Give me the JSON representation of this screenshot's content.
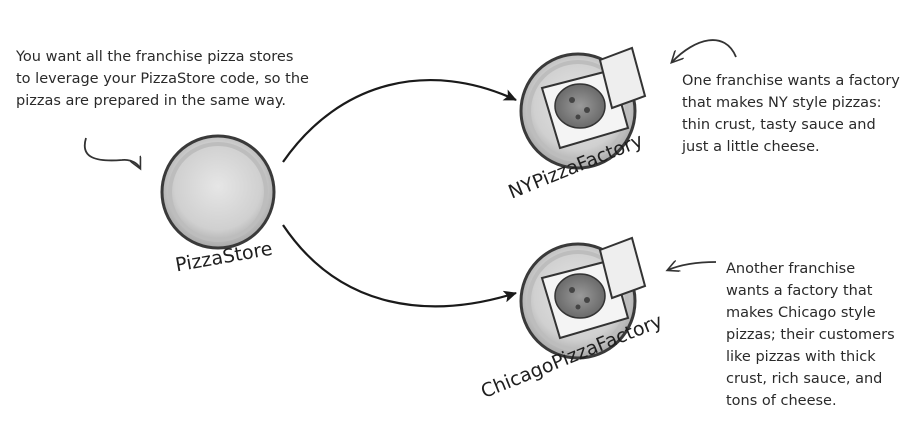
{
  "nodes": {
    "pizza_store": "PizzaStore",
    "ny_factory": "NYPizzaFactory",
    "chicago_factory": "ChicagoPizzaFactory"
  },
  "notes": {
    "top": [
      "You want all the franchise pizza stores",
      "to leverage your PizzaStore code, so the",
      "pizzas are prepared in the same way."
    ],
    "ny": [
      "One franchise wants a factory",
      "that makes NY style pizzas:",
      "thin crust, tasty sauce and",
      "just a little cheese."
    ],
    "chicago": [
      "Another franchise",
      "wants a factory that",
      "makes Chicago style",
      "pizzas; their customers",
      "like pizzas with thick",
      "crust, rich sauce, and",
      "tons of cheese."
    ]
  }
}
